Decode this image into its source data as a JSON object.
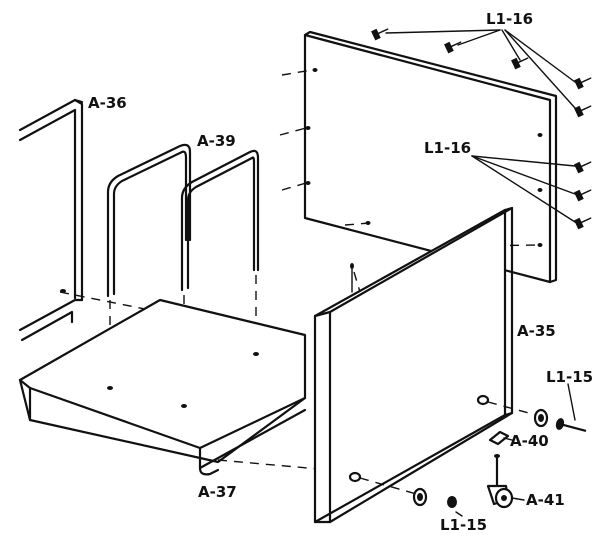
{
  "diagram": {
    "labels": {
      "a36": "A-36",
      "a39": "A-39",
      "l116_top": "L1-16",
      "l116_mid": "L1-16",
      "a35": "A-35",
      "l115_right": "L1-15",
      "a40": "A-40",
      "a41": "A-41",
      "a37": "A-37",
      "l115_bottom": "L1-15"
    }
  }
}
